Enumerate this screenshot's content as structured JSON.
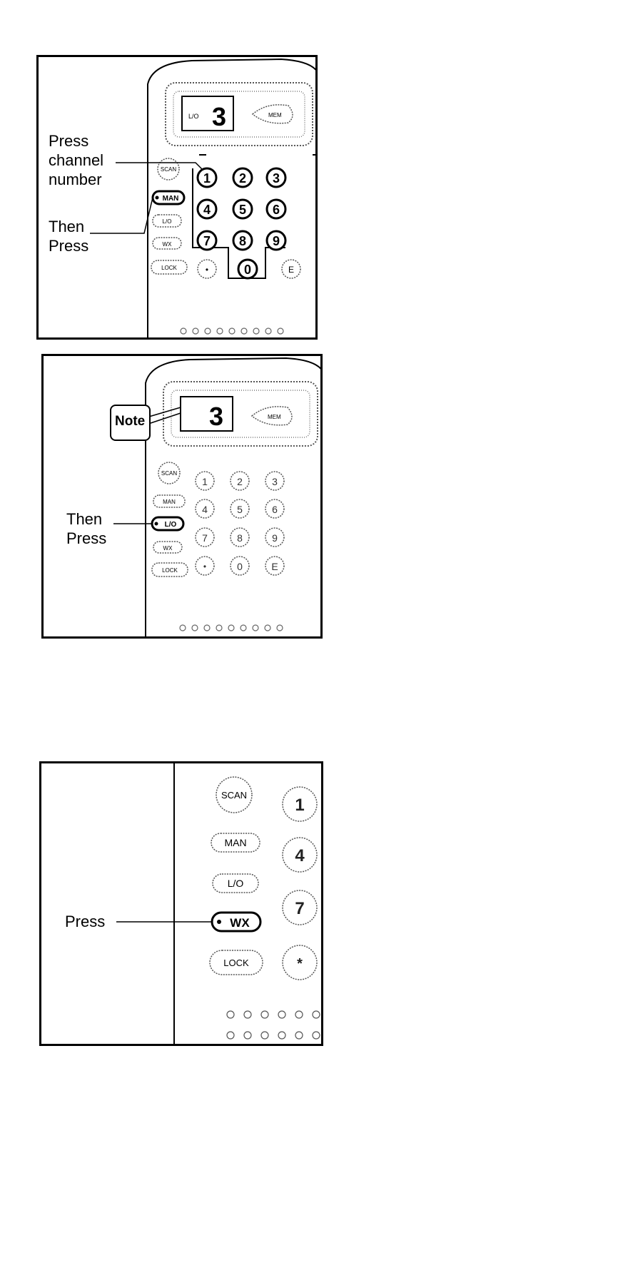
{
  "panel1": {
    "label_press_channel": [
      "Press",
      "channel",
      "number"
    ],
    "label_then_press": [
      "Then",
      "Press"
    ],
    "display": {
      "indicator": "L/O",
      "channel": "3"
    },
    "mode_buttons": [
      "SCAN",
      "MAN",
      "L/O",
      "WX",
      "LOCK"
    ],
    "highlighted_button": "MAN",
    "keys": [
      "1",
      "2",
      "3",
      "4",
      "5",
      "6",
      "7",
      "8",
      "9",
      "•",
      "0",
      "E"
    ],
    "mem_button": "MEM"
  },
  "panel2": {
    "note_label": "Note",
    "label_then_press": [
      "Then",
      "Press"
    ],
    "display": {
      "channel": "3"
    },
    "mode_buttons": [
      "SCAN",
      "MAN",
      "L/O",
      "WX",
      "LOCK"
    ],
    "highlighted_button": "L/O",
    "keys": [
      "1",
      "2",
      "3",
      "4",
      "5",
      "6",
      "7",
      "8",
      "9",
      "•",
      "0",
      "E"
    ],
    "mem_button": "MEM"
  },
  "panel3": {
    "label_press": "Press",
    "mode_buttons": [
      "SCAN",
      "MAN",
      "L/O",
      "WX",
      "LOCK"
    ],
    "highlighted_button": "WX",
    "keys": [
      "1",
      "4",
      "7",
      "*"
    ]
  }
}
